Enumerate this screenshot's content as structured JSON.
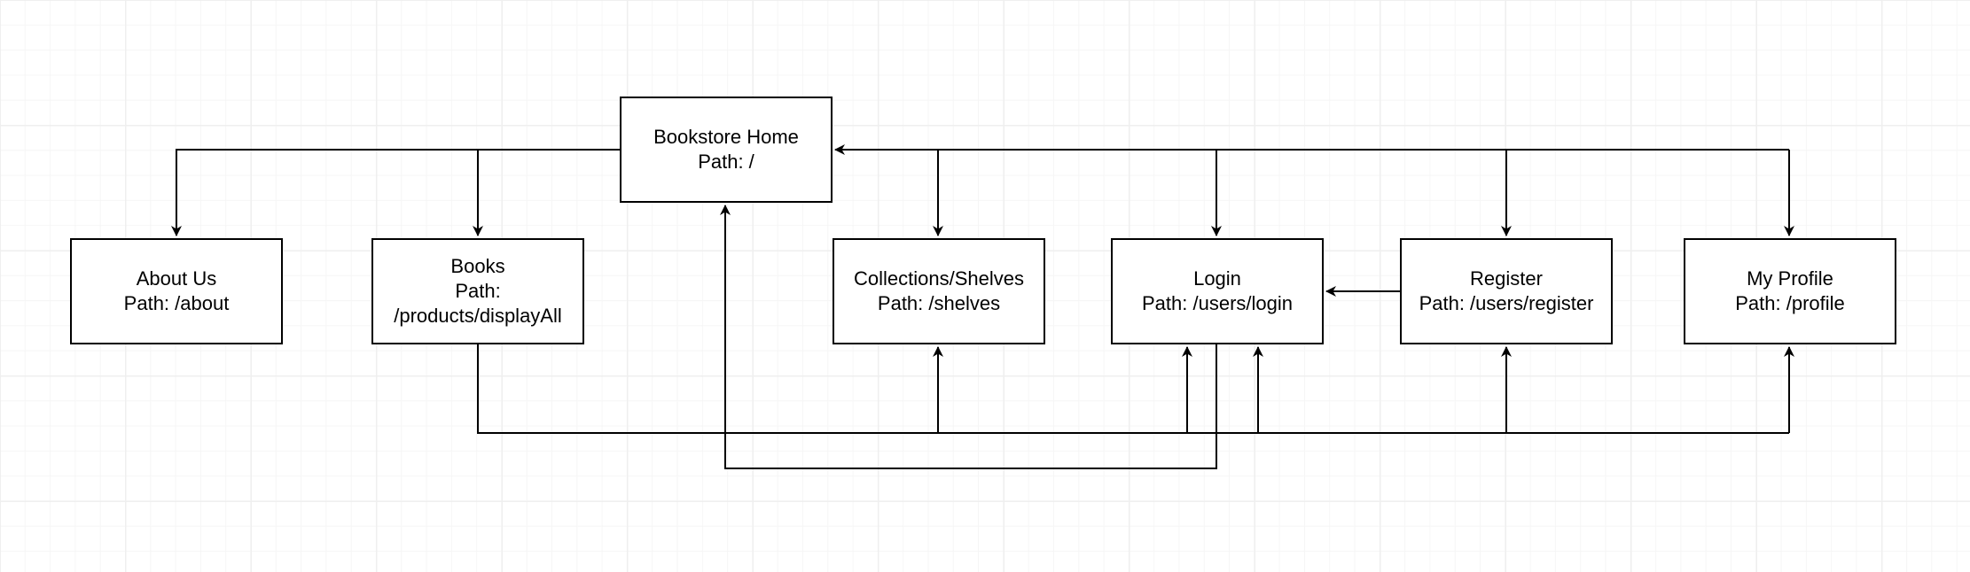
{
  "diagram": {
    "nodes": {
      "home": {
        "title": "Bookstore Home",
        "path": "Path: /"
      },
      "about": {
        "title": "About Us",
        "path": "Path: /about"
      },
      "books": {
        "title": "Books",
        "path_label": "Path:",
        "path_value": "/products/displayAll"
      },
      "shelves": {
        "title": "Collections/Shelves",
        "path": "Path: /shelves"
      },
      "login": {
        "title": "Login",
        "path": "Path: /users/login"
      },
      "register": {
        "title": "Register",
        "path": "Path: /users/register"
      },
      "profile": {
        "title": "My Profile",
        "path": "Path: /profile"
      }
    },
    "edges": [
      {
        "from": "home",
        "to": "about"
      },
      {
        "from": "home",
        "to": "books"
      },
      {
        "from": "shelves",
        "to": "home"
      },
      {
        "from": "home",
        "to": "shelves"
      },
      {
        "from": "home",
        "to": "login"
      },
      {
        "from": "home",
        "to": "register"
      },
      {
        "from": "home",
        "to": "profile"
      },
      {
        "from": "register",
        "to": "login"
      },
      {
        "from": "books",
        "to": "shelves"
      },
      {
        "from": "books",
        "to": "login"
      },
      {
        "from": "books",
        "to": "register"
      },
      {
        "from": "books",
        "to": "profile"
      },
      {
        "from": "login",
        "to": "home"
      },
      {
        "from": "login",
        "to": "login"
      }
    ],
    "colors": {
      "stroke": "#000000",
      "node_fill": "#ffffff",
      "grid": "#efefef"
    }
  }
}
